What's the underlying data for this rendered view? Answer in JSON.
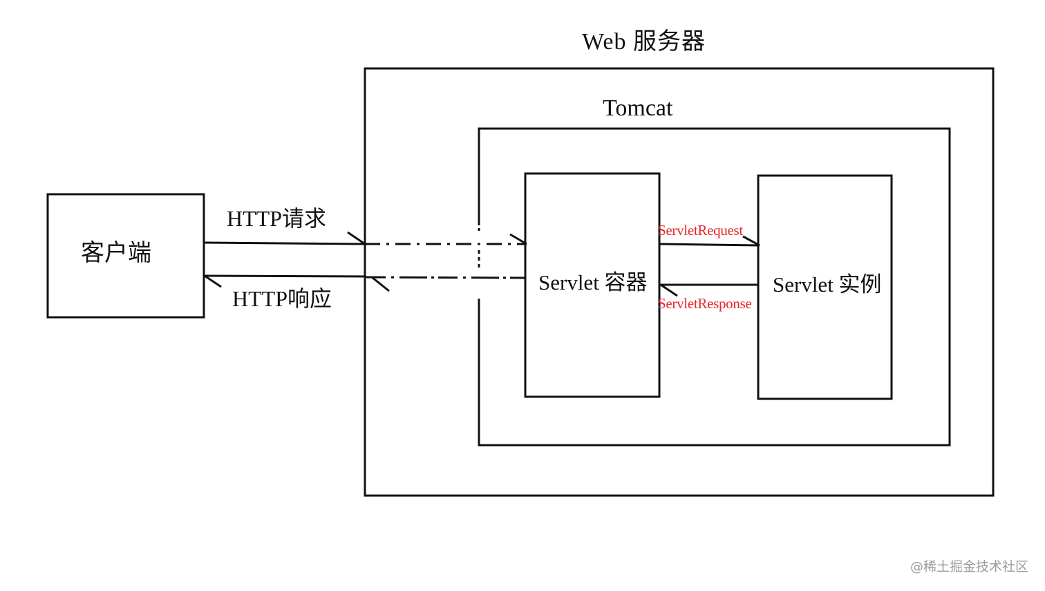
{
  "diagram": {
    "web_server_label": "Web 服务器",
    "tomcat_label": "Tomcat",
    "client_label": "客户端",
    "http_request_label": "HTTP请求",
    "http_response_label": "HTTP响应",
    "servlet_container_label": "Servlet 容器",
    "servlet_instance_label": "Servlet 实例",
    "servlet_request_label": "ServletRequest",
    "servlet_response_label": "ServletResponse"
  },
  "watermark": "@稀土掘金技术社区",
  "colors": {
    "stroke": "#111111",
    "accent_red": "#e8262a",
    "watermark": "#9a9a9a",
    "background": "#ffffff"
  }
}
